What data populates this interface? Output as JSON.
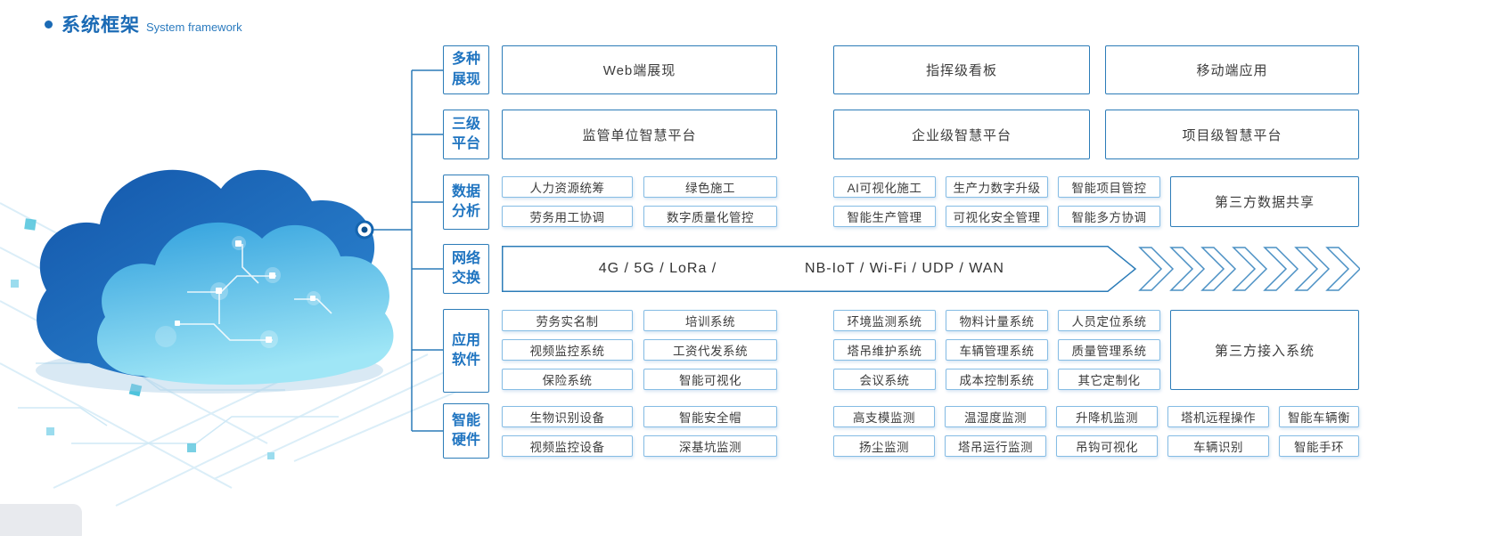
{
  "page": {
    "bullet": "•",
    "title_zh": "系统框架",
    "title_en": "System framework"
  },
  "colors": {
    "accent_blue": "#1a6ab5",
    "border_dark": "#2c7cb8",
    "border_light": "#85bce4",
    "label_text": "#1f74c0",
    "box_text": "#3c3c3c",
    "cloud_dark": "#1356aa",
    "cloud_light": "#9fe6f6"
  },
  "diagram": {
    "rows": [
      {
        "label": "多种展现",
        "boxes": [
          "Web端展现",
          "指挥级看板",
          "移动端应用"
        ]
      },
      {
        "label": "三级平台",
        "boxes": [
          "监管单位智慧平台",
          "企业级智慧平台",
          "项目级智慧平台"
        ]
      },
      {
        "label": "数据分析",
        "left": [
          [
            "人力资源统筹",
            "绿色施工"
          ],
          [
            "劳务用工协调",
            "数字质量化管控"
          ]
        ],
        "mid": [
          [
            "AI可视化施工",
            "生产力数字升级",
            "智能项目管控"
          ],
          [
            "智能生产管理",
            "可视化安全管理",
            "智能多方协调"
          ]
        ],
        "right": "第三方数据共享"
      },
      {
        "label": "网络交换",
        "net_left": "4G / 5G / LoRa /",
        "net_right": "NB-IoT / Wi-Fi / UDP / WAN"
      },
      {
        "label": "应用软件",
        "left": [
          [
            "劳务实名制",
            "培训系统"
          ],
          [
            "视频监控系统",
            "工资代发系统"
          ],
          [
            "保险系统",
            "智能可视化"
          ]
        ],
        "mid": [
          [
            "环境监测系统",
            "物料计量系统",
            "人员定位系统"
          ],
          [
            "塔吊维护系统",
            "车辆管理系统",
            "质量管理系统"
          ],
          [
            "会议系统",
            "成本控制系统",
            "其它定制化"
          ]
        ],
        "right": "第三方接入系统"
      },
      {
        "label": "智能硬件",
        "left": [
          [
            "生物识别设备",
            "智能安全帽"
          ],
          [
            "视频监控设备",
            "深基坑监测"
          ]
        ],
        "wide": [
          [
            "高支模监测",
            "温湿度监测",
            "升降机监测",
            "塔机远程操作",
            "智能车辆衡"
          ],
          [
            "扬尘监测",
            "塔吊运行监测",
            "吊钩可视化",
            "车辆识别",
            "智能手环"
          ]
        ]
      }
    ]
  }
}
